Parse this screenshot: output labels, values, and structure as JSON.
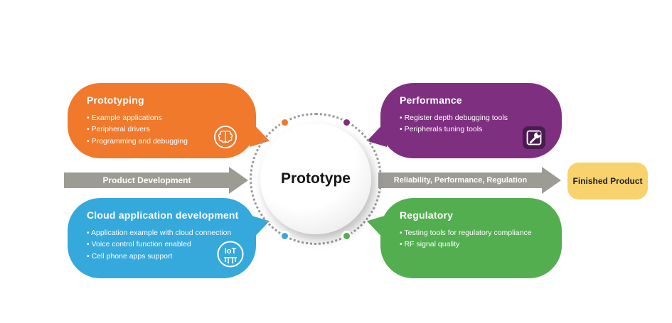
{
  "center": {
    "label": "Prototype"
  },
  "flow": {
    "left_arrow_label": "Product Development",
    "right_arrow_label": "Reliability, Performance, Regulation",
    "finished_label": "Finished Product",
    "arrow_color": "#9C9C94",
    "finished_bg": "#F7D26D",
    "ring_color": "#9B9B9B"
  },
  "bubbles": {
    "prototyping": {
      "title": "Prototyping",
      "color": "#F0792B",
      "icon": "brain-chip-icon",
      "items": [
        "Example applications",
        "Peripheral drivers",
        "Programming and debugging"
      ]
    },
    "performance": {
      "title": "Performance",
      "color": "#7E2F80",
      "icon": "wrench-chip-icon",
      "items": [
        "Register depth debugging tools",
        "Peripherals tuning tools"
      ]
    },
    "cloud": {
      "title": "Cloud application development",
      "color": "#35A8DC",
      "icon": "iot-icon",
      "items": [
        "Application example with cloud connection",
        "Voice control function enabled",
        "Cell phone apps support"
      ]
    },
    "regulatory": {
      "title": "Regulatory",
      "color": "#52AE4F",
      "items": [
        "Testing tools for regulatory compliance",
        "RF signal quality"
      ]
    }
  }
}
